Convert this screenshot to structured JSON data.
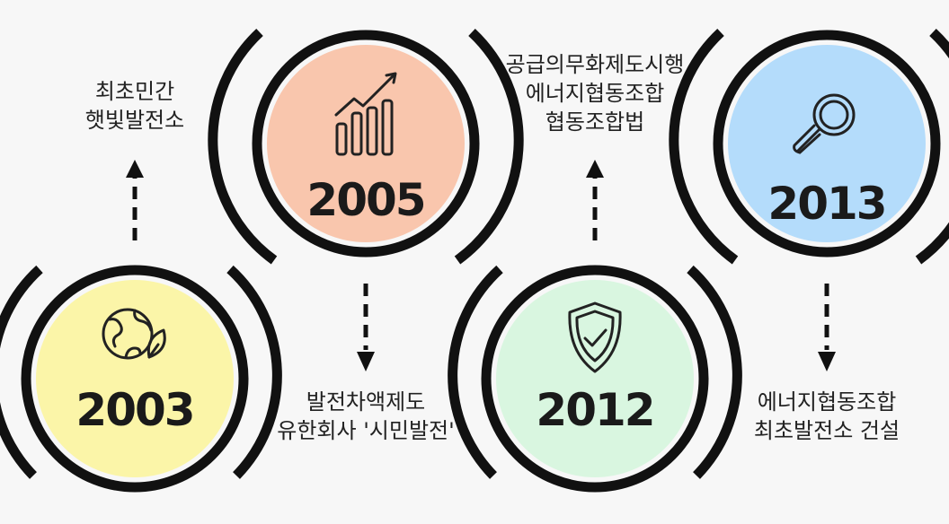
{
  "milestones": [
    {
      "year": "2003",
      "icon": "globe-leaf-icon",
      "color": "#fbf5a8",
      "caption": [
        "최초민간",
        "햇빛발전소"
      ]
    },
    {
      "year": "2005",
      "icon": "bar-chart-icon",
      "color": "#f9c6ad",
      "caption": [
        "발전차액제도",
        "유한회사 '시민발전'"
      ]
    },
    {
      "year": "2012",
      "icon": "shield-check-icon",
      "color": "#d9f6e0",
      "caption": [
        "공급의무화제도시행",
        "에너지협동조합",
        "협동조합법"
      ]
    },
    {
      "year": "2013",
      "icon": "magnifier-icon",
      "color": "#b4dcfb",
      "caption": [
        "에너지협동조합",
        "최초발전소 건설"
      ]
    }
  ]
}
